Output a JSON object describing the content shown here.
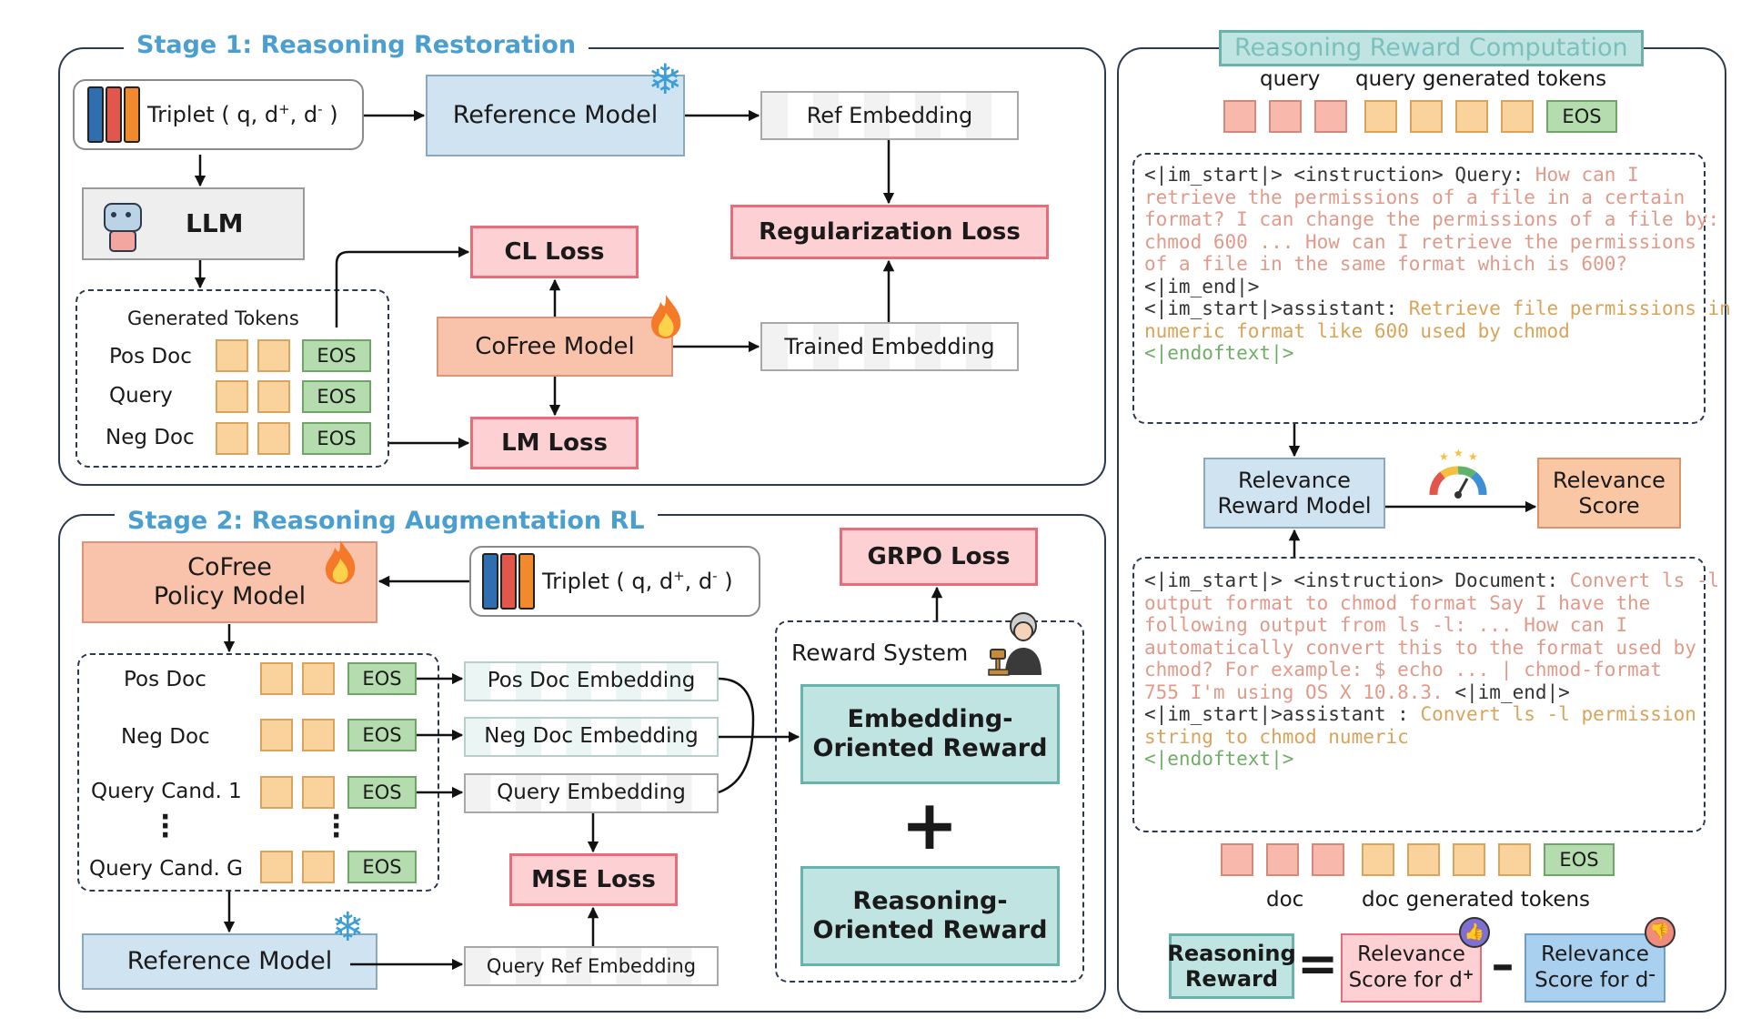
{
  "stage1": {
    "title": "Stage 1: Reasoning Restoration",
    "triplet_prefix": "Triplet ( q,  d",
    "triplet_sup1": "+",
    "triplet_mid": ", d",
    "triplet_sup2": "-",
    "triplet_suffix": " )",
    "reference_model": "Reference Model",
    "ref_embedding": "Ref Embedding",
    "llm": "LLM",
    "regularization_loss": "Regularization Loss",
    "cl_loss": "CL Loss",
    "cofree_model": "CoFree Model",
    "trained_embedding": "Trained Embedding",
    "lm_loss": "LM Loss",
    "generated_tokens": "Generated Tokens",
    "rows": [
      "Pos Doc",
      "Query",
      "Neg Doc"
    ],
    "eos": "EOS"
  },
  "stage2": {
    "title": "Stage 2: Reasoning Augmentation RL",
    "policy_model_line1": "CoFree",
    "policy_model_line2": "Policy Model",
    "triplet_prefix": "Triplet ( q,  d",
    "triplet_sup1": "+",
    "triplet_mid": ", d",
    "triplet_sup2": "-",
    "triplet_suffix": " )",
    "grpo_loss": "GRPO Loss",
    "reward_system": "Reward System",
    "rows": [
      "Pos Doc",
      "Neg Doc",
      "Query Cand. 1",
      "Query Cand. G"
    ],
    "eos": "EOS",
    "pos_doc_embedding": "Pos Doc Embedding",
    "neg_doc_embedding": "Neg Doc Embedding",
    "query_embedding": "Query Embedding",
    "mse_loss": "MSE Loss",
    "query_ref_embedding": "Query Ref Embedding",
    "reference_model": "Reference Model",
    "embedding_reward_line1": "Embedding-",
    "embedding_reward_line2": "Oriented Reward",
    "plus": "+",
    "reasoning_reward_line1": "Reasoning-",
    "reasoning_reward_line2": "Oriented Reward"
  },
  "rrc": {
    "title": "Reasoning Reward Computation",
    "query_label": "query",
    "query_generated_tokens": "query generated tokens",
    "eos": "EOS",
    "prompt1": {
      "l1_prefix": "<|im_start|> <instruction> Query: ",
      "l1_q": "How can I",
      "l2": "retrieve the permissions of a file in a certain",
      "l3": "format? I can change the permissions of a file by:",
      "l4": "chmod 600 ... How can I retrieve the permissions",
      "l5": "of a file in the same format which is 600?",
      "l6": "<|im_end|>",
      "l7_prefix": "<|im_start|>assistant: ",
      "l7_a": "Retrieve file permissions in",
      "l8": "numeric format like 600 used by chmod",
      "l9": "<|endoftext|>"
    },
    "relevance_reward_model_line1": "Relevance",
    "relevance_reward_model_line2": "Reward Model",
    "relevance_score_line1": "Relevance",
    "relevance_score_line2": "Score",
    "prompt2": {
      "l1_prefix": "<|im_start|> <instruction> Document: ",
      "l1_q": "Convert ls -l",
      "l2": "output format to chmod format Say I have the",
      "l3": "following output from ls -l:  ... How can I",
      "l4": "automatically convert this to the format used by",
      "l5": "chmod?  For example:  $ echo ... | chmod-format",
      "l6_q": "755   I'm using OS X 10.8.3.",
      "l6_suffix": " <|im_end|>",
      "l7_prefix": "<|im_start|>assistant : ",
      "l7_a": "Convert ls -l permission",
      "l8": "string to chmod numeric",
      "l9": "<|endoftext|>"
    },
    "doc_label": "doc",
    "doc_generated_tokens": "doc generated tokens",
    "reasoning_reward_line1": "Reasoning",
    "reasoning_reward_line2": "Reward",
    "equals": "=",
    "minus": "–",
    "score_pos_line1": "Relevance",
    "score_pos_line2": "Score for d",
    "score_pos_sup": "+",
    "score_neg_line1": "Relevance",
    "score_neg_line2": "Score for d",
    "score_neg_sup": "–"
  },
  "colors": {
    "title_blue": "#4a9fd0",
    "title_teal": "#7cc0bd",
    "loss_pink": "#fdd0d4",
    "model_blue": "#cfe3f1",
    "model_salmon": "#f9c2ab",
    "reward_teal": "#bfe4e2",
    "token_orange": "#fad39c",
    "token_pink": "#f9b8ac",
    "eos_green": "#b5dcae"
  }
}
